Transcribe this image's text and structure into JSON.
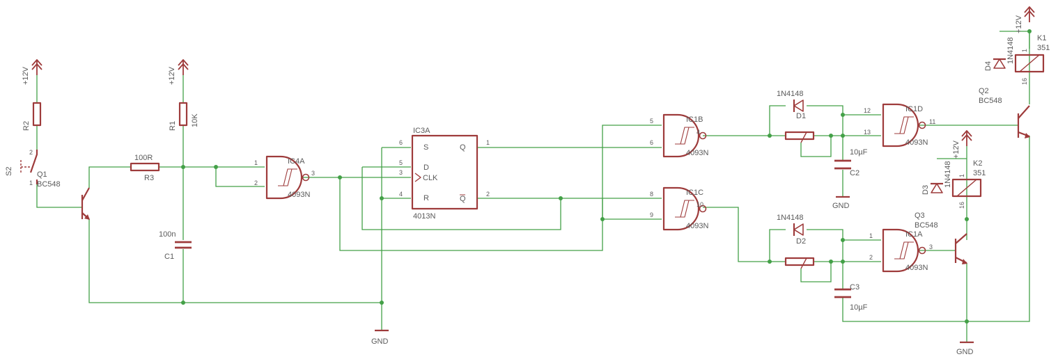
{
  "supply": {
    "vcc": "+12V",
    "gnd": "GND"
  },
  "parts": {
    "S2": "S2",
    "R2": "R2",
    "R1": "R1",
    "R1_value": "10K",
    "R3": "R3",
    "R3_value": "100R",
    "C1": "C1",
    "C1_value": "100n",
    "Q1": "Q1",
    "Q1_value": "BC548",
    "Q2": "Q2",
    "Q2_value": "BC548",
    "Q3": "Q3",
    "Q3_value": "BC548",
    "IC4A": "IC4A",
    "IC4A_value": "4093N",
    "IC3A": "IC3A",
    "IC3A_value": "4013N",
    "IC1B": "IC1B",
    "IC1B_value": "4093N",
    "IC1C": "IC1C",
    "IC1C_value": "4093N",
    "IC1D": "IC1D",
    "IC1D_value": "4093N",
    "IC1A": "IC1A",
    "IC1A_value": "4093N",
    "D1": "D1",
    "D1_value": "1N4148",
    "D2": "D2",
    "D2_value": "1N4148",
    "D3": "D3",
    "D3_value": "1N4148",
    "D4": "D4",
    "D4_value": "1N4148",
    "C2": "C2",
    "C2_value": "10µF",
    "C3": "C3",
    "C3_value": "10µF",
    "K1": "K1",
    "K1_value": "351",
    "K2": "K2",
    "K2_value": "351"
  },
  "ff_pins": {
    "S": "S",
    "D": "D",
    "CLK": "CLK",
    "R": "R",
    "Q": "Q",
    "QN": "Q"
  },
  "pin_numbers": {
    "s2_1": "1",
    "s2_2": "2",
    "ic4a_in1": "1",
    "ic4a_in2": "2",
    "ic4a_out": "3",
    "ff_s": "6",
    "ff_d": "5",
    "ff_clk": "3",
    "ff_r": "4",
    "ff_q": "1",
    "ff_qn": "2",
    "ic1b_in1": "5",
    "ic1b_in2": "6",
    "ic1b_out": "4",
    "ic1c_in1": "8",
    "ic1c_in2": "9",
    "ic1c_out": "10",
    "ic1d_in1": "12",
    "ic1d_in2": "13",
    "ic1d_out": "11",
    "ic1a_in1": "1",
    "ic1a_in2": "2",
    "ic1a_out": "3",
    "k1_1": "1",
    "k1_16": "16",
    "k2_1": "1",
    "k2_16": "16"
  }
}
